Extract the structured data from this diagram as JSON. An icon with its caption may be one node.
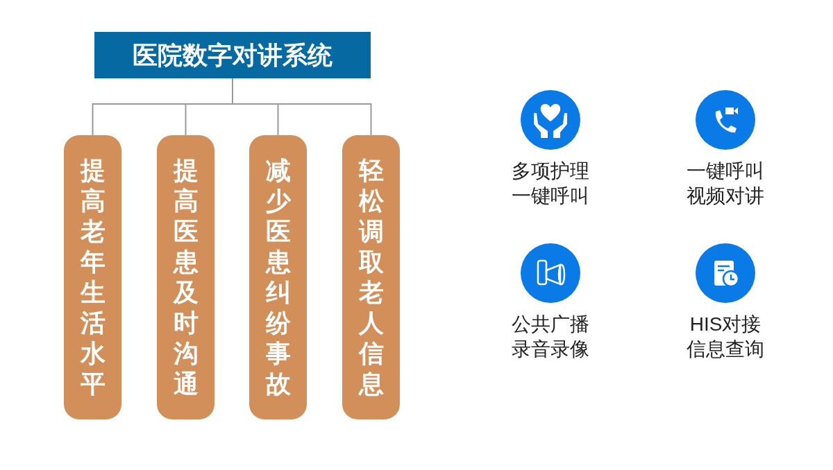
{
  "diagram": {
    "nodes": [
      {
        "text": [
          "医院数字对讲系统"
        ]
      },
      {
        "text": [
          "提高老年生活水平"
        ]
      },
      {
        "text": [
          "提高医患及时沟通"
        ]
      },
      {
        "text": [
          "减少医患纠纷事故"
        ]
      },
      {
        "text": [
          "轻松调取老人信息"
        ]
      }
    ],
    "edges": [
      {
        "from": 0,
        "to": 1,
        "arrow": "none"
      },
      {
        "from": 0,
        "to": 2,
        "arrow": "none"
      },
      {
        "from": 0,
        "to": 3,
        "arrow": "none"
      },
      {
        "from": 0,
        "to": 4,
        "arrow": "none"
      }
    ],
    "labels": [
      "多项护理一键呼叫",
      "一键呼叫视频对讲",
      "公共广播录音录像",
      "HIS对接信息查询"
    ]
  }
}
